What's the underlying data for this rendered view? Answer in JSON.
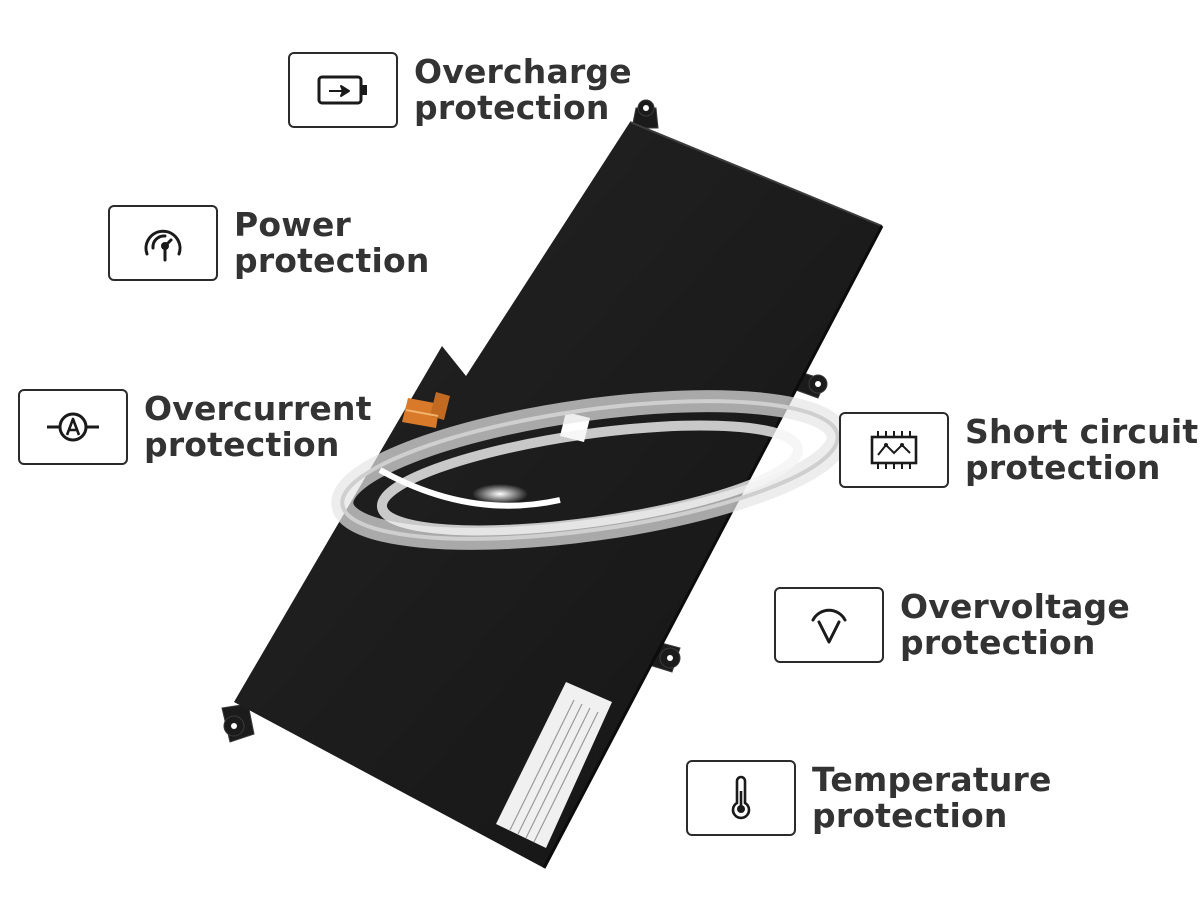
{
  "features": [
    {
      "id": "overcharge",
      "icon": "battery-charge-icon",
      "line1": "Overcharge",
      "line2": "protection"
    },
    {
      "id": "power",
      "icon": "gauge-icon",
      "line1": "Power",
      "line2": "protection"
    },
    {
      "id": "overcurrent",
      "icon": "ammeter-icon",
      "line1": "Overcurrent",
      "line2": "protection"
    },
    {
      "id": "short",
      "icon": "circuit-board-icon",
      "line1": "Short circuit",
      "line2": "protection"
    },
    {
      "id": "overvoltage",
      "icon": "voltage-icon",
      "line1": "Overvoltage",
      "line2": "protection"
    },
    {
      "id": "temperature",
      "icon": "thermometer-icon",
      "line1": "Temperature",
      "line2": "protection"
    }
  ],
  "colors": {
    "text": "#333333",
    "battery": "#1b1b1b",
    "border": "#2b2b2b"
  }
}
